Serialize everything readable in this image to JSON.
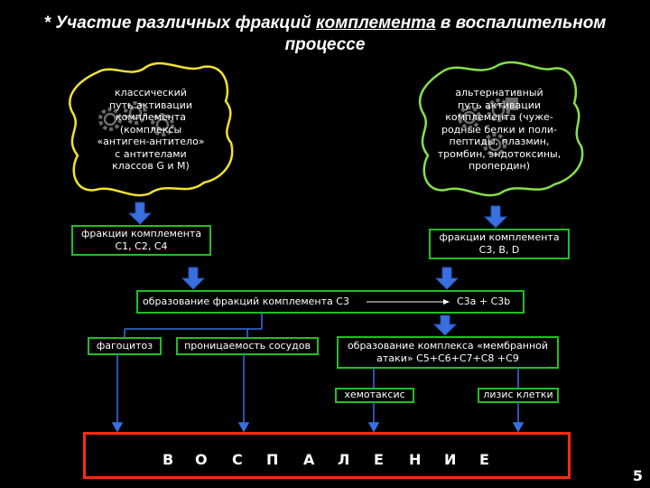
{
  "title": {
    "star": "*",
    "part1": "Участие различных фракций",
    "underlined": "комплемента",
    "part2": "в воспалительном",
    "line2": "процессе"
  },
  "classical": {
    "lines": [
      "классический",
      "путь активации",
      "комплемента",
      "(комплексы",
      "«антиген-антитело»",
      "с антителами",
      "классов G и М)"
    ]
  },
  "alternative": {
    "lines": [
      "альтернативный",
      "путь активации",
      "комплемента (чуже-",
      "родные белки и поли-",
      "пептиды, плазмин,",
      "тромбин, эндотоксины,",
      "пропердин)"
    ]
  },
  "fractions_left": {
    "line1": "фракции комплемента",
    "line2": "С1, С2, С4"
  },
  "fractions_right": {
    "line1": "фракции комплемента",
    "line2": "С3, В, D"
  },
  "c3_formation": {
    "label": "образование фракций комплемента С3",
    "result": "С3a  +  С3b"
  },
  "phagocytosis": "фагоцитоз",
  "permeability": "проницаемость сосудов",
  "mac": {
    "line1": "образование комплекса «мембранной",
    "line2": "атаки» С5+С6+С7+С8 +С9"
  },
  "chemotaxis": "хемотаксис",
  "cell_lysis": "лизис клетки",
  "inflammation_letters": [
    "В",
    "О",
    "С",
    "П",
    "А",
    "Л",
    "Е",
    "Н",
    "И",
    "Е"
  ],
  "page_number": "5",
  "colors": {
    "classical_border": "#f2e22e",
    "alternative_border": "#86e04a",
    "box_border": "#20c020",
    "arrow": "#3a6fe0",
    "frame": "#ff2a10"
  }
}
